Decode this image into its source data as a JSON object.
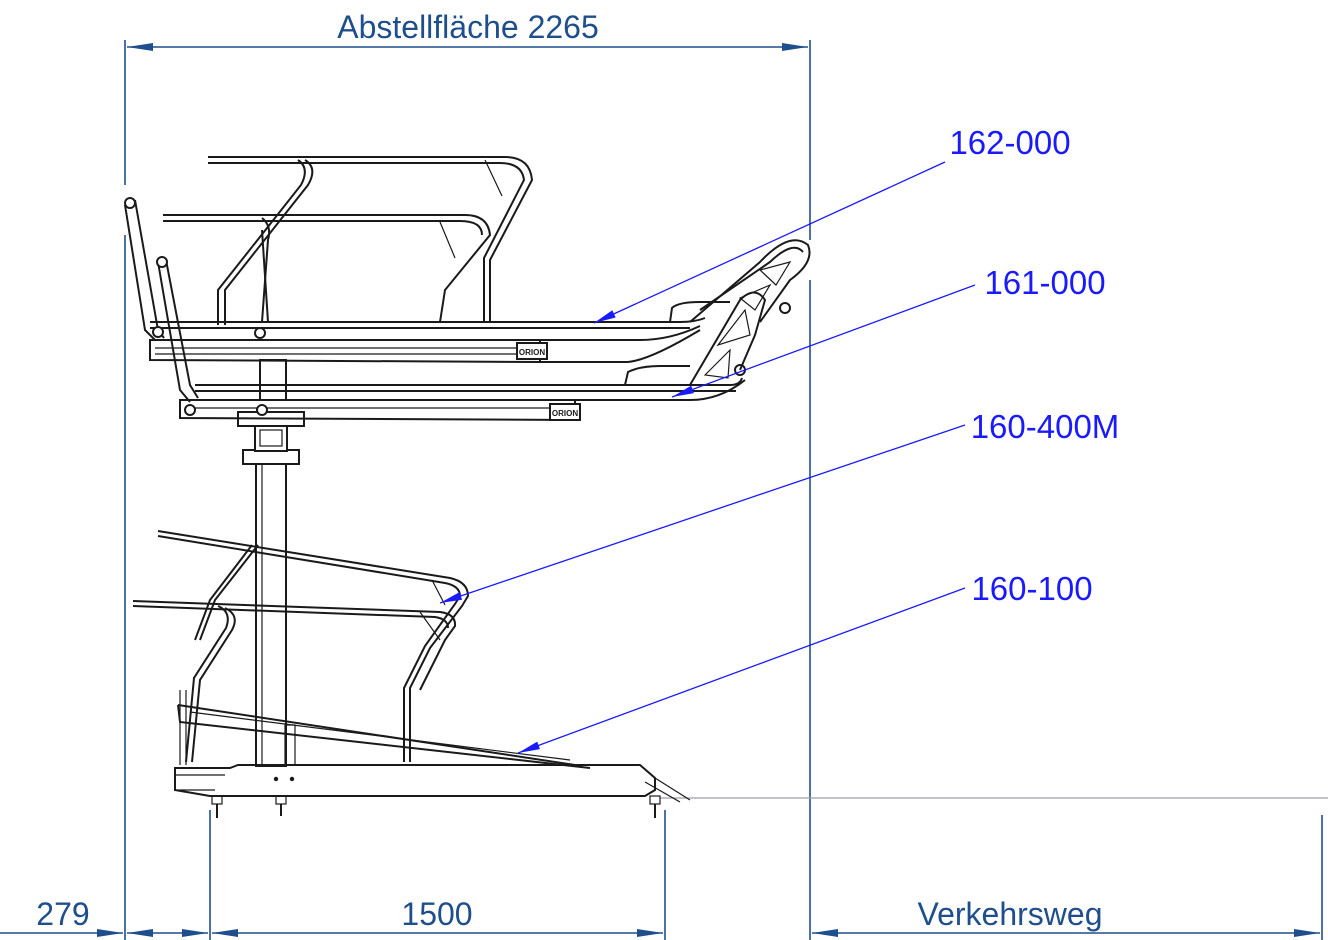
{
  "dimensions": {
    "top_label": "Abstellfläche 2265",
    "left_offset": "279",
    "base_width": "1500",
    "traffic_label": "Verkehrsweg"
  },
  "part_refs": [
    {
      "id": "ref-162-000",
      "label": "162-000"
    },
    {
      "id": "ref-161-000",
      "label": "161-000"
    },
    {
      "id": "ref-160-400m",
      "label": "160-400M"
    },
    {
      "id": "ref-160-100",
      "label": "160-100"
    }
  ],
  "logo_text": "ORION",
  "colors": {
    "dimension": "#1f4e8c",
    "reference": "#1a1aff",
    "drawing": "#1a1a1a",
    "ground": "#9aa0a6"
  }
}
